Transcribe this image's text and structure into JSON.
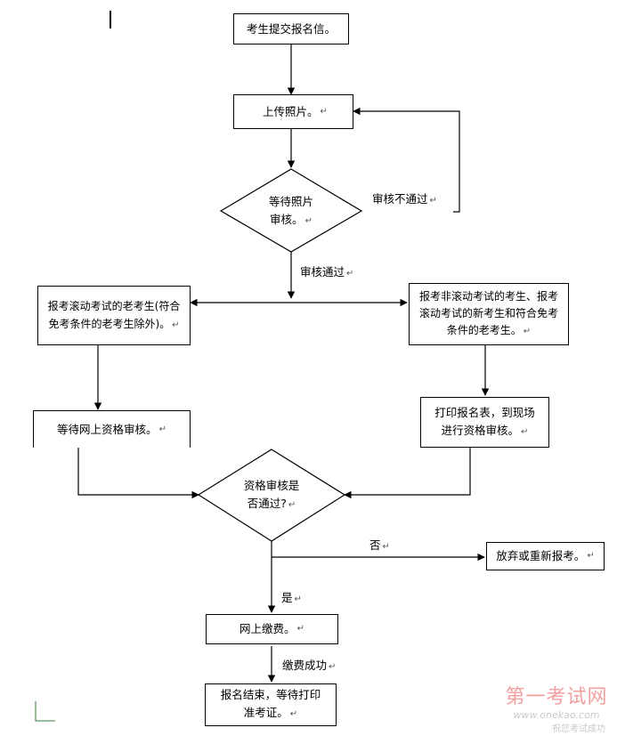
{
  "diagram": {
    "nodes": {
      "submit_info": "考生提交报名信。",
      "upload_photo": "上传照片。",
      "wait_photo_review_line1": "等待照片",
      "wait_photo_review_line2": "审核。",
      "old_candidates_line1": "报考滚动考试的老考生(符合",
      "old_candidates_line2": "免考条件的老考生除外)。",
      "new_candidates_line1": "报考非滚动考试的考生、报考",
      "new_candidates_line2": "滚动考试的新考生和符合免考",
      "new_candidates_line3": "条件的老考生。",
      "wait_online_review": "等待网上资格审核。",
      "print_form_line1": "打印报名表，到现场",
      "print_form_line2": "进行资格审核。",
      "qual_review_line1": "资格审核是",
      "qual_review_line2": "否通过?",
      "give_up": "放弃或重新报考。",
      "pay_online": "网上缴费。",
      "finish_line1": "报名结束，等待打印",
      "finish_line2": "准考证。"
    },
    "edge_labels": {
      "review_failed": "审核不通过",
      "review_passed": "审核通过",
      "no": "否",
      "yes": "是",
      "payment_success": "缴费成功"
    },
    "paragraph_mark": "↵"
  },
  "watermark": {
    "title": "第一考试网",
    "url": "www.onekao.com",
    "slogan": "祝您考试成功"
  },
  "colors": {
    "line": "#000000",
    "watermark_title": "#f2a0a0",
    "watermark_text": "#c9c9c9",
    "corner_mark": "#2e7d32"
  }
}
